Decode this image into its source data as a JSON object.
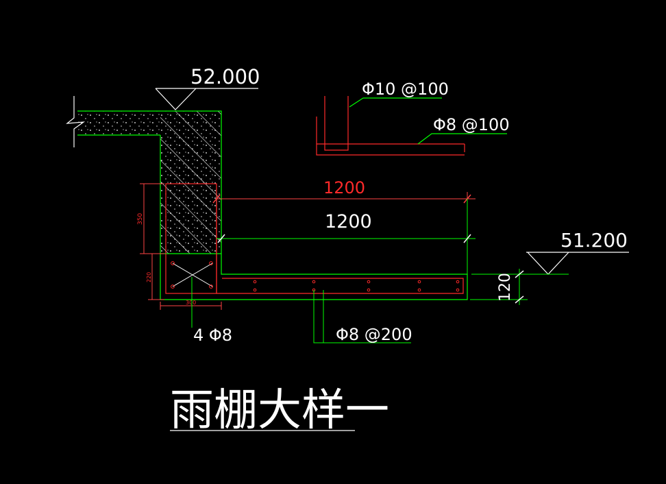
{
  "elevation_top": "52.000",
  "elevation_bottom": "51.200",
  "rebar_vertical_label": "Φ10 @100",
  "rebar_top_label": "Φ8 @100",
  "rebar_distribution_label": "Φ8 @200",
  "corner_bars_label": "4 Φ8",
  "dim_span_red": "1200",
  "dim_span_white": "1200",
  "dim_thickness": "120",
  "dim_height_350": "350",
  "dim_height_220": "220",
  "dim_width_300": "300",
  "title": "雨棚大样一",
  "colors": {
    "background": "#000000",
    "outline": "#00ff00",
    "rebar": "#ff2a2a",
    "dimension": "#ff4444",
    "text": "#ffffff",
    "concrete_hatch": "#ffffff"
  }
}
